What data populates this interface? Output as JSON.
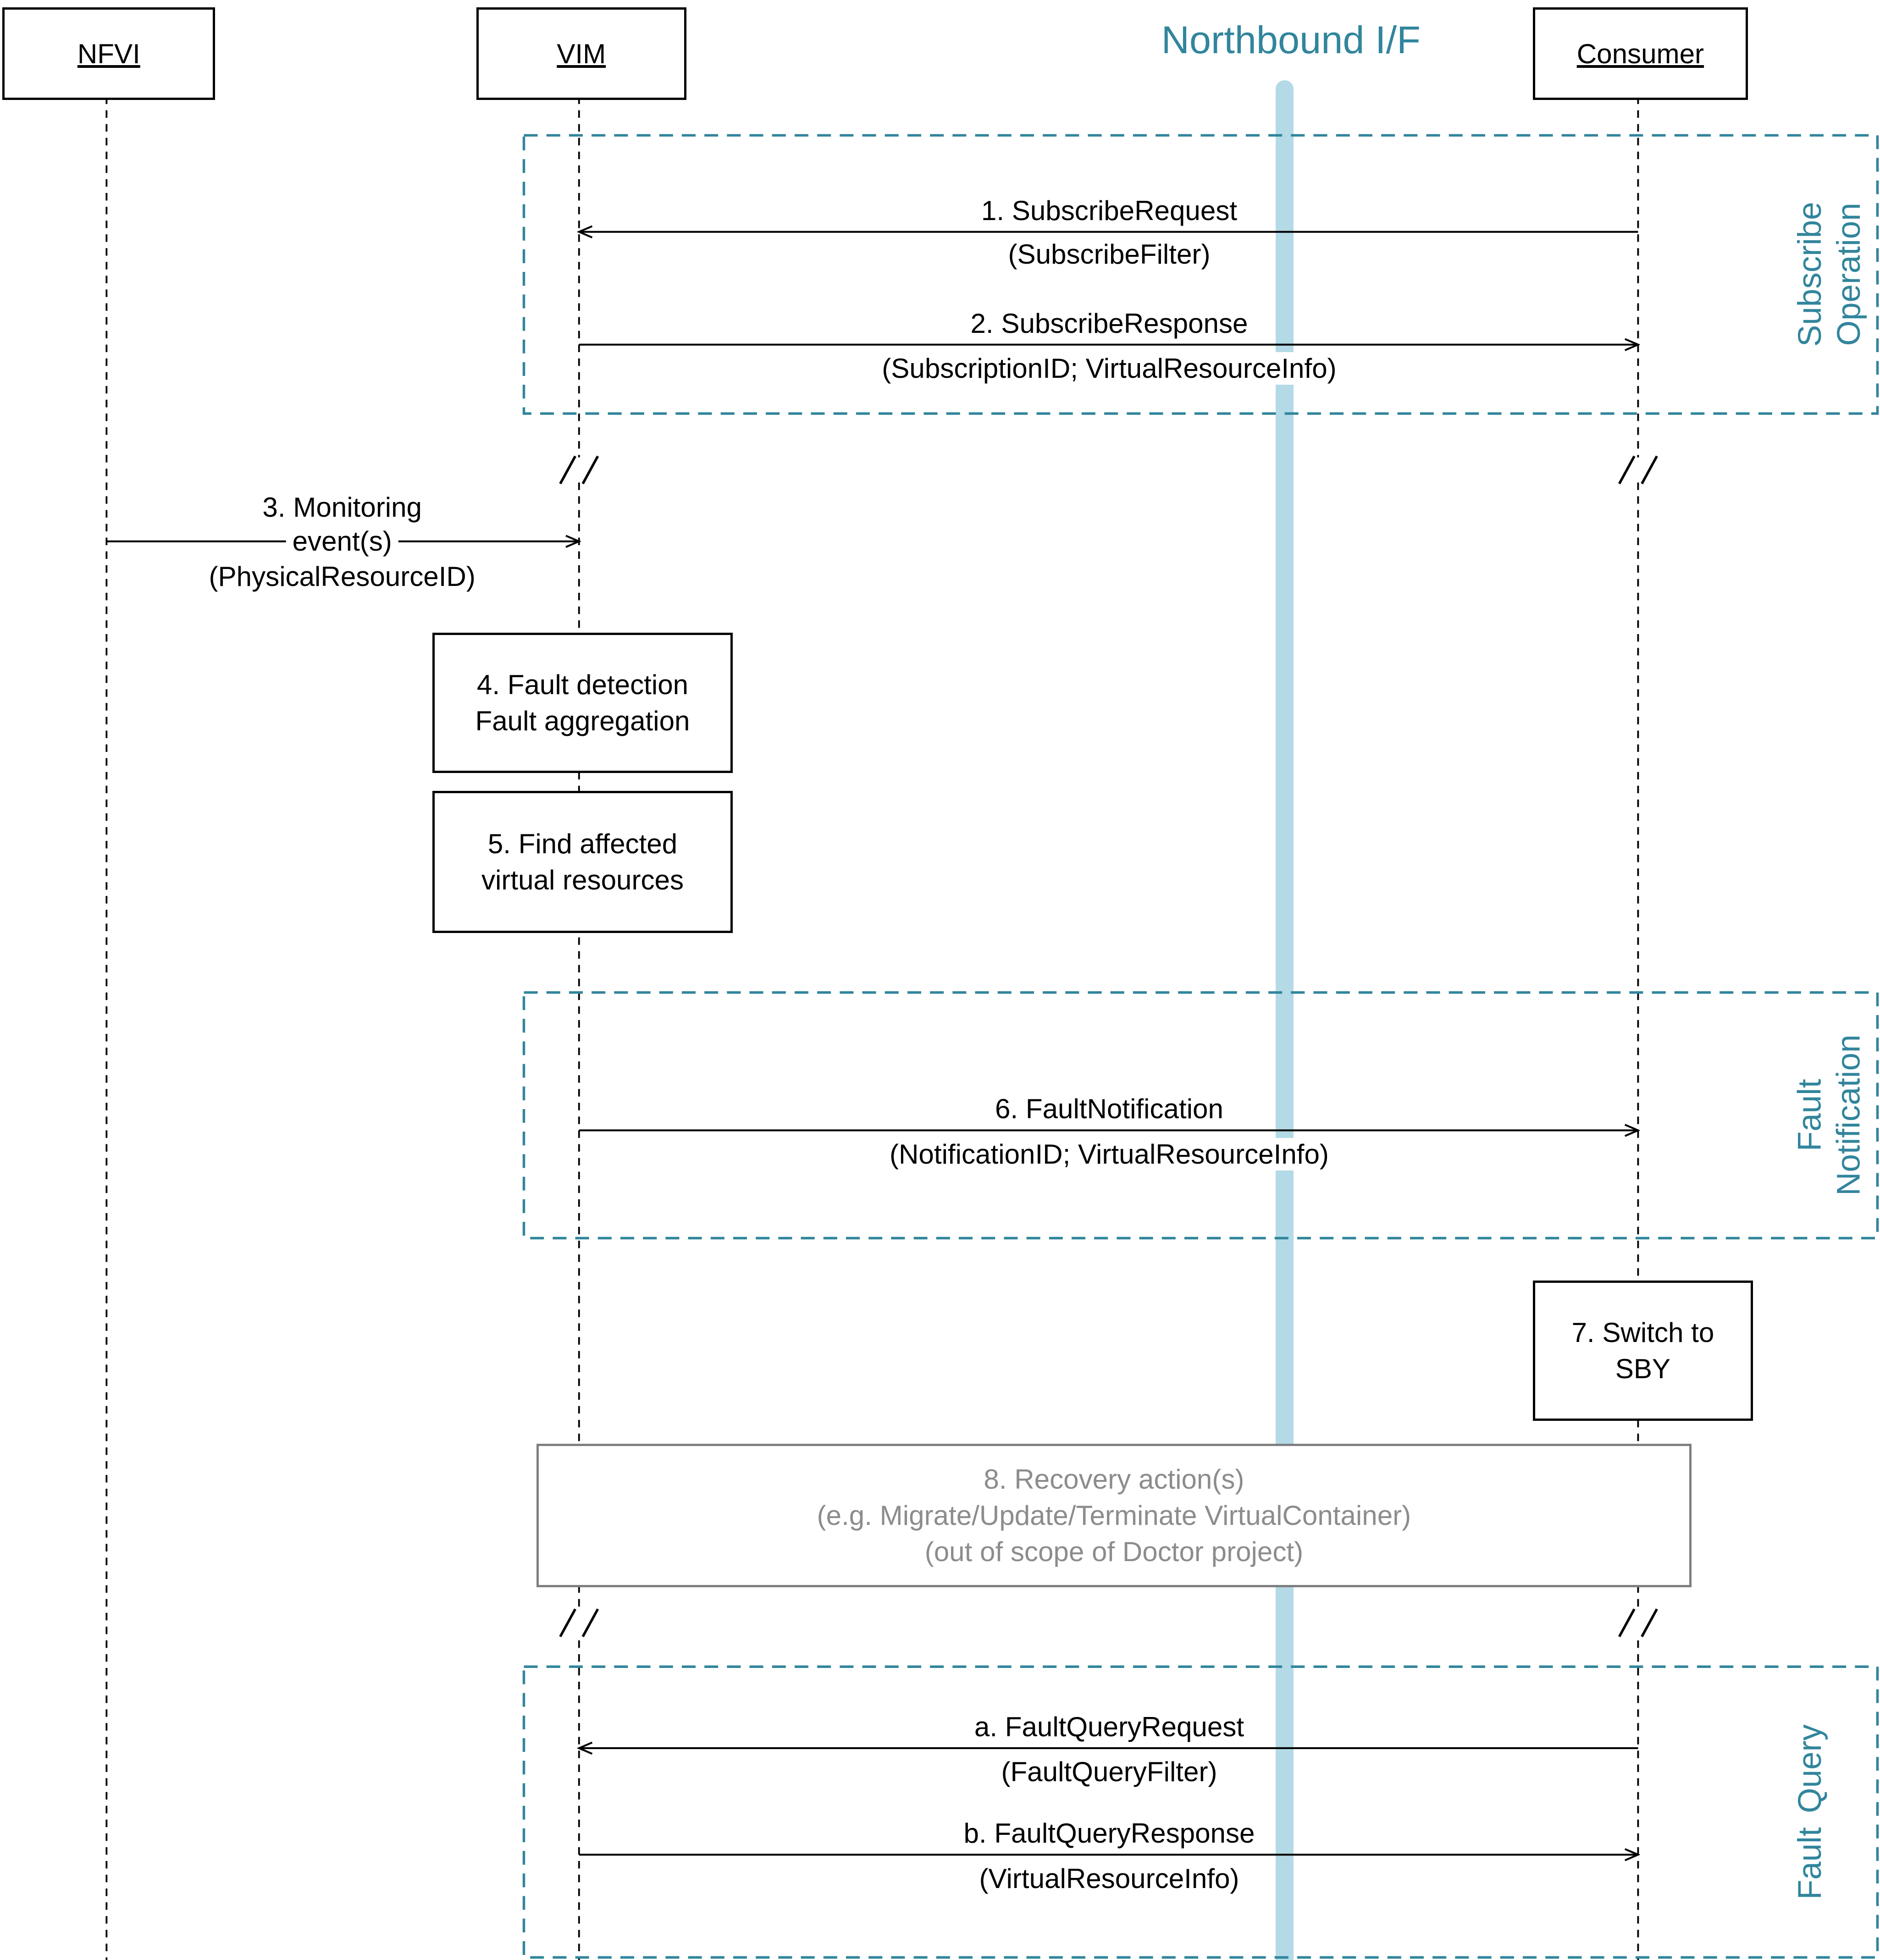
{
  "title": "Northbound I/F",
  "actors": {
    "nfvi": {
      "label": "NFVI"
    },
    "vim": {
      "label": "VIM"
    },
    "consumer": {
      "label": "Consumer"
    }
  },
  "groups": {
    "subscribe": {
      "line1": "Subscribe",
      "line2": "Operation"
    },
    "notification": {
      "line1": "Fault",
      "line2": "Notification"
    },
    "query": {
      "line1": "Fault",
      "line2": "Query"
    }
  },
  "messages": {
    "m1": {
      "title": "1. SubscribeRequest",
      "params": "(SubscribeFilter)",
      "from": "Consumer",
      "to": "VIM"
    },
    "m2": {
      "title": "2. SubscribeResponse",
      "params": "(SubscriptionID; VirtualResourceInfo)",
      "from": "VIM",
      "to": "Consumer"
    },
    "m3": {
      "line1": "3. Monitoring",
      "line2": "event(s)",
      "line3": "(PhysicalResourceID)",
      "from": "NFVI",
      "to": "VIM"
    },
    "m6": {
      "title": "6. FaultNotification",
      "params": "(NotificationID; VirtualResourceInfo)",
      "from": "VIM",
      "to": "Consumer"
    },
    "ma": {
      "title": "a. FaultQueryRequest",
      "params": "(FaultQueryFilter)",
      "from": "Consumer",
      "to": "VIM"
    },
    "mb": {
      "title": "b. FaultQueryResponse",
      "params": "(VirtualResourceInfo)",
      "from": "VIM",
      "to": "Consumer"
    }
  },
  "boxes": {
    "b4": {
      "line1": "4. Fault detection",
      "line2": "Fault aggregation"
    },
    "b5": {
      "line1": "5. Find affected",
      "line2": "virtual resources"
    },
    "b7": {
      "line1": "7. Switch to",
      "line2": "SBY"
    },
    "b8": {
      "line1": "8. Recovery action(s)",
      "line2": "(e.g. Migrate/Update/Terminate VirtualContainer)",
      "line3": "(out of scope of Doctor project)"
    }
  },
  "colors": {
    "teal": "#31859C",
    "bar": "#B3DAE6",
    "gray_text": "#8C8C8C",
    "gray_border": "#7F7F7F"
  }
}
